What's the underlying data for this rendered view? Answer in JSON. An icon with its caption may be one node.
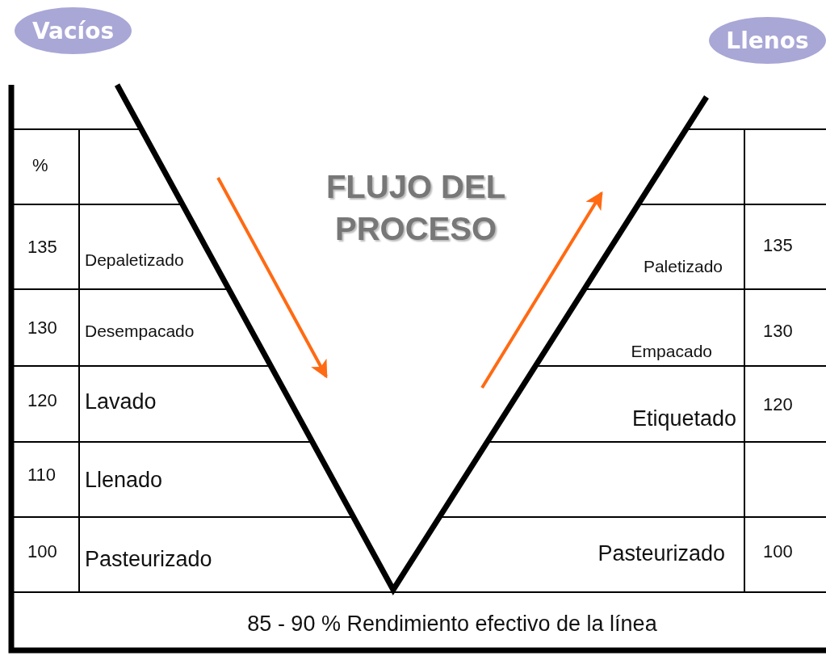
{
  "diagram": {
    "title": "FLUJO DEL PROCESO",
    "nodes": [
      {
        "text": [
          "Vacíos"
        ]
      },
      {
        "text": [
          "Llenos"
        ]
      }
    ],
    "edges": [],
    "labels": [
      "%",
      "135",
      "Depaletizado",
      "Paletizado",
      "135",
      "130",
      "Desempacado",
      "Empacado",
      "130",
      "120",
      "Lavado",
      "Etiquetado",
      "120",
      "110",
      "Llenado",
      "100",
      "Pasteurizado",
      "Pasteurizado",
      "100",
      "85 - 90 % Rendimiento efectivo de la línea"
    ]
  }
}
